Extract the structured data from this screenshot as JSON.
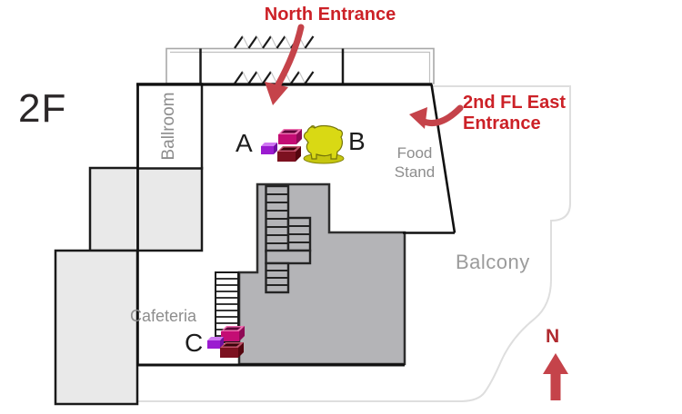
{
  "labels": {
    "floor": "2F",
    "north_entrance": "North Entrance",
    "east_entrance": "2nd FL East\nEntrance",
    "ballroom": "Ballroom",
    "food_stand": "Food\nStand",
    "balcony": "Balcony",
    "cafeteria": "Cafeteria",
    "marker_a": "A",
    "marker_b": "B",
    "marker_c": "C",
    "compass_north": "N"
  },
  "markers": {
    "a_icons": [
      "purple-box",
      "magenta-crate",
      "dark-red-crate",
      "bear-statue"
    ],
    "c_icons": [
      "magenta-crate",
      "purple-box",
      "dark-red-crate"
    ]
  },
  "colors": {
    "annotation_red": "#cc2127",
    "arrow_red": "#c5434a",
    "compass_red": "#b02a2f",
    "gray_text": "#8d8d8d",
    "dark_area_fill": "#b4b4b7",
    "light_area_fill": "#e9e9e9",
    "wall_black": "#1a1a1a",
    "balcony_outline": "#dedede",
    "icon_purple": "#9b1bd0",
    "icon_magenta": "#c40d74",
    "icon_dark_red": "#7c1120",
    "icon_bear_yellow": "#d9d914"
  }
}
